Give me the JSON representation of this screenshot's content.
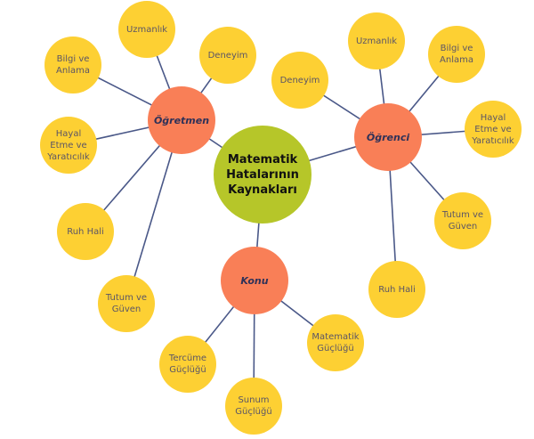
{
  "center": {
    "label": "Matematik Hatalarının Kaynakları"
  },
  "hubs": {
    "ogretmen": {
      "label": "Öğretmen",
      "children": [
        "Uzmanlık",
        "Deneyim",
        "Bilgi ve Anlama",
        "Hayal Etme ve Yaratıcılık",
        "Ruh Hali",
        "Tutum ve Güven"
      ]
    },
    "ogrenci": {
      "label": "Öğrenci",
      "children": [
        "Deneyim",
        "Uzmanlık",
        "Bilgi ve Anlama",
        "Hayal Etme ve Yaratıcılık",
        "Tutum ve Güven",
        "Ruh Hali"
      ]
    },
    "konu": {
      "label": "Konu",
      "children": [
        "Tercüme Güçlüğü",
        "Sunum Güçlüğü",
        "Matematik Güçlüğü"
      ]
    }
  },
  "colors": {
    "center": "#b6c629",
    "hub": "#f97f57",
    "leaf": "#fdd033",
    "line": "#4a5888"
  }
}
